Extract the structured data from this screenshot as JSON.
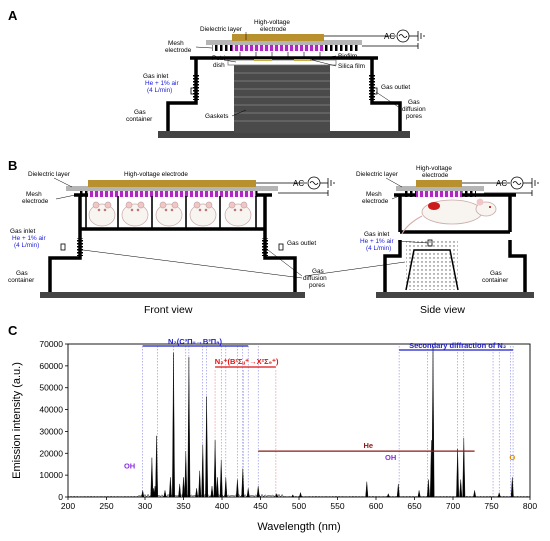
{
  "panels": {
    "a": {
      "letter": "A",
      "labels": {
        "dielectric": "Dielectric layer",
        "hv_line1": "High-voltage",
        "hv_line2": "electrode",
        "ac": "AC",
        "mesh_line1": "Mesh",
        "mesh_line2": "electrode",
        "petri_line1": "Petri",
        "petri_line2": "dish",
        "biofilm": "Biofilm",
        "silica": "Silica film",
        "inlet": "Gas inlet",
        "inlet_gas": "He + 1% air",
        "inlet_flow": "(4 L/min)",
        "outlet": "Gas outlet",
        "pores_line1": "Gas",
        "pores_line2": "diffusion",
        "pores_line3": "pores",
        "gaskets": "Gaskets",
        "container_line1": "Gas",
        "container_line2": "container"
      }
    },
    "b": {
      "letter": "B",
      "front": {
        "dielectric": "Dielectric layer",
        "hv": "High-voltage electrode",
        "ac": "AC",
        "mesh_line1": "Mesh",
        "mesh_line2": "electrode",
        "inlet": "Gas inlet",
        "inlet_gas": "He + 1% air",
        "inlet_flow": "(4 L/min)",
        "outlet": "Gas outlet",
        "container_line1": "Gas",
        "container_line2": "container",
        "pores_line1": "Gas",
        "pores_line2": "diffusion",
        "pores_line3": "pores",
        "view": "Front view"
      },
      "side": {
        "dielectric": "Dielectric layer",
        "hv_line1": "High-voltage",
        "hv_line2": "electrode",
        "ac": "AC",
        "mesh_line1": "Mesh",
        "mesh_line2": "electrode",
        "inlet": "Gas inlet",
        "inlet_gas": "He + 1% air",
        "inlet_flow": "(4 L/min)",
        "container_line1": "Gas",
        "container_line2": "container",
        "view": "Side view"
      }
    },
    "c": {
      "letter": "C",
      "annotations": {
        "n2_second": "N₂(C³Πᵤ→B³Π₉)",
        "n2_first": "N₂⁺(B²Σᵤ⁺→X²Σ₉⁺)",
        "secondary": "Secondary diffraction of N₂",
        "he": "He",
        "oh1": "OH",
        "oh2": "OH",
        "o": "O"
      }
    }
  },
  "colors": {
    "electrode": "#b8902e",
    "dielectric": "#b5b5b5",
    "plasma": "#b026c4",
    "blue_annotation": "#1f1fc8",
    "red_annotation": "#e01010",
    "he_line": "#8b1a1a",
    "oh_label": "#8a2be2",
    "o_label": "#e08a00",
    "gaskets": "#4a4a4a"
  },
  "chart_data": {
    "type": "line",
    "title": "",
    "xlabel": "Wavelength (nm)",
    "ylabel": "Emission intensity (a.u.)",
    "xlim": [
      200,
      800
    ],
    "ylim": [
      0,
      70000
    ],
    "xticks": [
      200,
      250,
      300,
      350,
      400,
      450,
      500,
      550,
      600,
      650,
      700,
      750,
      800
    ],
    "yticks": [
      0,
      10000,
      20000,
      30000,
      40000,
      50000,
      60000,
      70000
    ],
    "grid": false,
    "series": [
      {
        "peaks": [
          {
            "x": 297,
            "y": 3000
          },
          {
            "x": 309,
            "y": 18000
          },
          {
            "x": 311,
            "y": 4000
          },
          {
            "x": 313,
            "y": 5000
          },
          {
            "x": 315,
            "y": 28000
          },
          {
            "x": 326,
            "y": 3000
          },
          {
            "x": 333,
            "y": 9000
          },
          {
            "x": 337,
            "y": 66000
          },
          {
            "x": 345,
            "y": 6000
          },
          {
            "x": 350,
            "y": 9000
          },
          {
            "x": 353,
            "y": 21000
          },
          {
            "x": 357,
            "y": 64000
          },
          {
            "x": 367,
            "y": 4000
          },
          {
            "x": 371,
            "y": 12000
          },
          {
            "x": 375,
            "y": 24000
          },
          {
            "x": 380,
            "y": 46000
          },
          {
            "x": 387,
            "y": 5000
          },
          {
            "x": 391,
            "y": 26000
          },
          {
            "x": 394,
            "y": 9000
          },
          {
            "x": 399,
            "y": 17000
          },
          {
            "x": 405,
            "y": 9000
          },
          {
            "x": 420,
            "y": 8000
          },
          {
            "x": 427,
            "y": 13000
          },
          {
            "x": 434,
            "y": 4000
          },
          {
            "x": 447,
            "y": 5000
          },
          {
            "x": 471,
            "y": 1500
          },
          {
            "x": 492,
            "y": 1000
          },
          {
            "x": 502,
            "y": 2000
          },
          {
            "x": 588,
            "y": 7000
          },
          {
            "x": 616,
            "y": 1500
          },
          {
            "x": 629,
            "y": 6000
          },
          {
            "x": 656,
            "y": 3000
          },
          {
            "x": 668,
            "y": 8000
          },
          {
            "x": 672,
            "y": 26000
          },
          {
            "x": 674,
            "y": 69000
          },
          {
            "x": 706,
            "y": 22000
          },
          {
            "x": 710,
            "y": 8000
          },
          {
            "x": 714,
            "y": 27000
          },
          {
            "x": 728,
            "y": 3000
          },
          {
            "x": 760,
            "y": 2000
          },
          {
            "x": 777,
            "y": 9000
          }
        ]
      }
    ],
    "reference_lines_blue": [
      297,
      316,
      337,
      353,
      357,
      375,
      380,
      399,
      405,
      420,
      427,
      434,
      447,
      630,
      667,
      674,
      706,
      714,
      752,
      760,
      775,
      778
    ],
    "reference_lines_red": [
      391,
      428,
      470
    ]
  }
}
